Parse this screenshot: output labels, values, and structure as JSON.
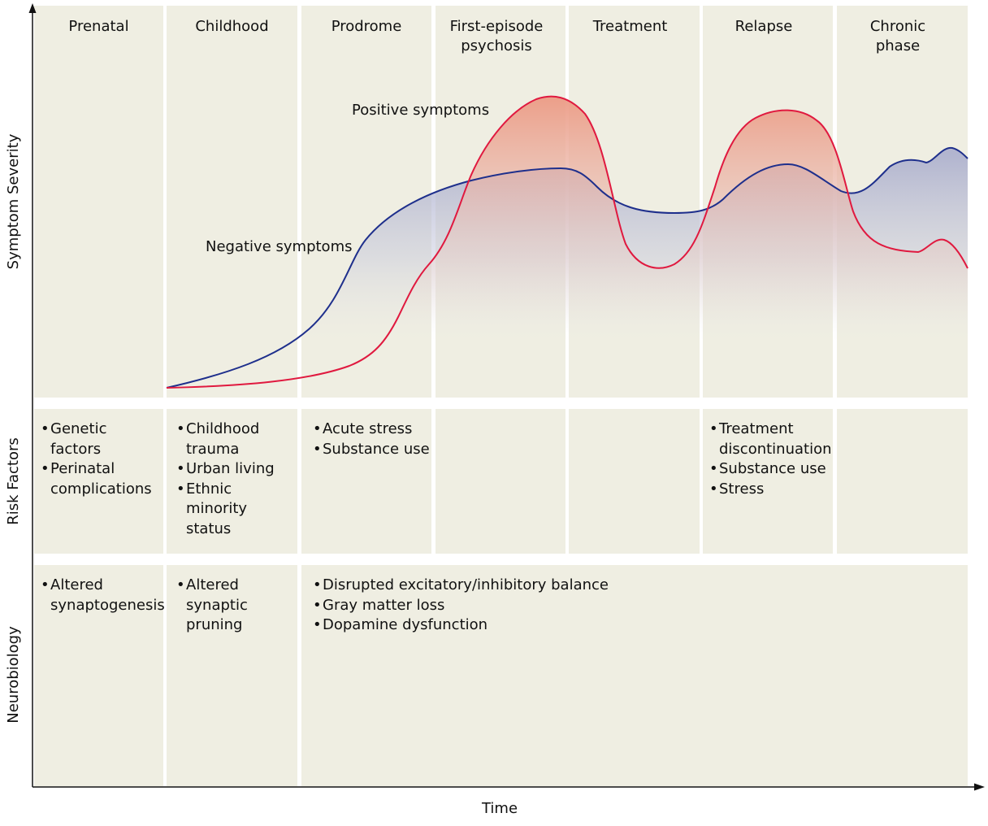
{
  "phases": [
    {
      "label": "Prenatal"
    },
    {
      "label": "Childhood"
    },
    {
      "label": "Prodrome"
    },
    {
      "label": "First-episode psychosis"
    },
    {
      "label": "Treatment"
    },
    {
      "label": "Relapse"
    },
    {
      "label": "Chronic phase"
    }
  ],
  "y_axis_label": "Symptom Severity",
  "x_axis_label": "Time",
  "rows": {
    "risk_factors": {
      "label": "Risk Factors"
    },
    "neurobiology": {
      "label": "Neurobiology"
    }
  },
  "curves": {
    "positive": {
      "label": "Positive symptoms",
      "color": "#e0193f"
    },
    "negative": {
      "label": "Negative symptoms",
      "color": "#1e2f8c"
    }
  },
  "risk_factors": {
    "prenatal": [
      "Genetic factors",
      "Perinatal complications"
    ],
    "childhood": [
      "Childhood trauma",
      "Urban living",
      "Ethnic minority status"
    ],
    "prodrome": [
      "Acute stress",
      "Substance use"
    ],
    "relapse": [
      "Treatment discontinuation",
      "Substance use",
      "Stress"
    ]
  },
  "neurobiology": {
    "prenatal": [
      "Altered synaptogenesis"
    ],
    "childhood": [
      "Altered synaptic pruning"
    ],
    "prodrome_onward": [
      "Disrupted excitatory/inhibitory balance",
      "Gray matter loss",
      "Dopamine dysfunction"
    ]
  },
  "colors": {
    "panel": "#efeee2",
    "axis": "#111111"
  }
}
